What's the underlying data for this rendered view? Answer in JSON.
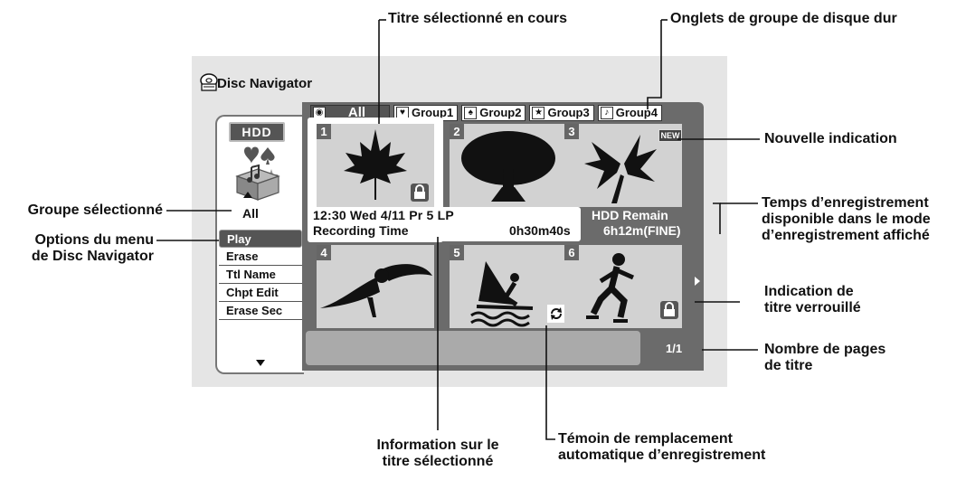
{
  "app": {
    "title": "Disc Navigator",
    "icon": "disc-icon"
  },
  "panel": {
    "device_badge": "HDD",
    "selected_group": "All",
    "menu": [
      {
        "label": "Play",
        "selected": true
      },
      {
        "label": "Erase",
        "selected": false
      },
      {
        "label": "Ttl Name",
        "selected": false
      },
      {
        "label": "Chpt Edit",
        "selected": false
      },
      {
        "label": "Erase Sec",
        "selected": false
      }
    ]
  },
  "tabs": [
    {
      "label": "All",
      "icon": "disc-icon",
      "glyph": "◉",
      "active": true
    },
    {
      "label": "Group1",
      "icon": "heart-icon",
      "glyph": "♥",
      "active": false
    },
    {
      "label": "Group2",
      "icon": "spade-icon",
      "glyph": "♠",
      "active": false
    },
    {
      "label": "Group3",
      "icon": "star-icon",
      "glyph": "★",
      "active": false
    },
    {
      "label": "Group4",
      "icon": "music-note-icon",
      "glyph": "♪",
      "active": false
    }
  ],
  "titles": [
    {
      "number": "1",
      "image": "maple-leaf-icon",
      "locked": true,
      "new": false,
      "auto_replace": false
    },
    {
      "number": "2",
      "image": "tree-icon",
      "locked": false,
      "new": false,
      "auto_replace": false
    },
    {
      "number": "3",
      "image": "lily-flower-icon",
      "locked": false,
      "new": true,
      "new_label": "NEW",
      "auto_replace": false
    },
    {
      "number": "4",
      "image": "toucan-icon",
      "locked": false,
      "new": false,
      "auto_replace": false
    },
    {
      "number": "5",
      "image": "windsurfer-icon",
      "locked": false,
      "new": false,
      "auto_replace": true
    },
    {
      "number": "6",
      "image": "skater-icon",
      "locked": true,
      "new": false,
      "auto_replace": false
    }
  ],
  "selected_info": {
    "line1": "12:30 Wed  4/11  Pr 5   LP",
    "line2": "Recording Time",
    "duration": "0h30m40s"
  },
  "hdd_remain": {
    "label": "HDD Remain",
    "value": "6h12m(FINE)"
  },
  "page_count": "1/1",
  "callouts": {
    "current_title": "Titre sélectionné en cours",
    "hdd_group_tabs": "Onglets de groupe de disque dur",
    "new_indication": "Nouvelle indication",
    "recording_time_1": "Temps d’enregistrement",
    "recording_time_2": "disponible dans le mode",
    "recording_time_3": "d’enregistrement affiché",
    "locked_1": "Indication de",
    "locked_2": "titre verrouillé",
    "pages_1": "Nombre de pages",
    "pages_2": "de titre",
    "selected_group": "Groupe sélectionné",
    "menu_options_1": "Options du menu",
    "menu_options_2": "de Disc Navigator",
    "title_info_1": "Information sur le",
    "title_info_2": "titre sélectionné",
    "auto_replace_1": "Témoin de remplacement",
    "auto_replace_2": "automatique d’enregistrement"
  }
}
